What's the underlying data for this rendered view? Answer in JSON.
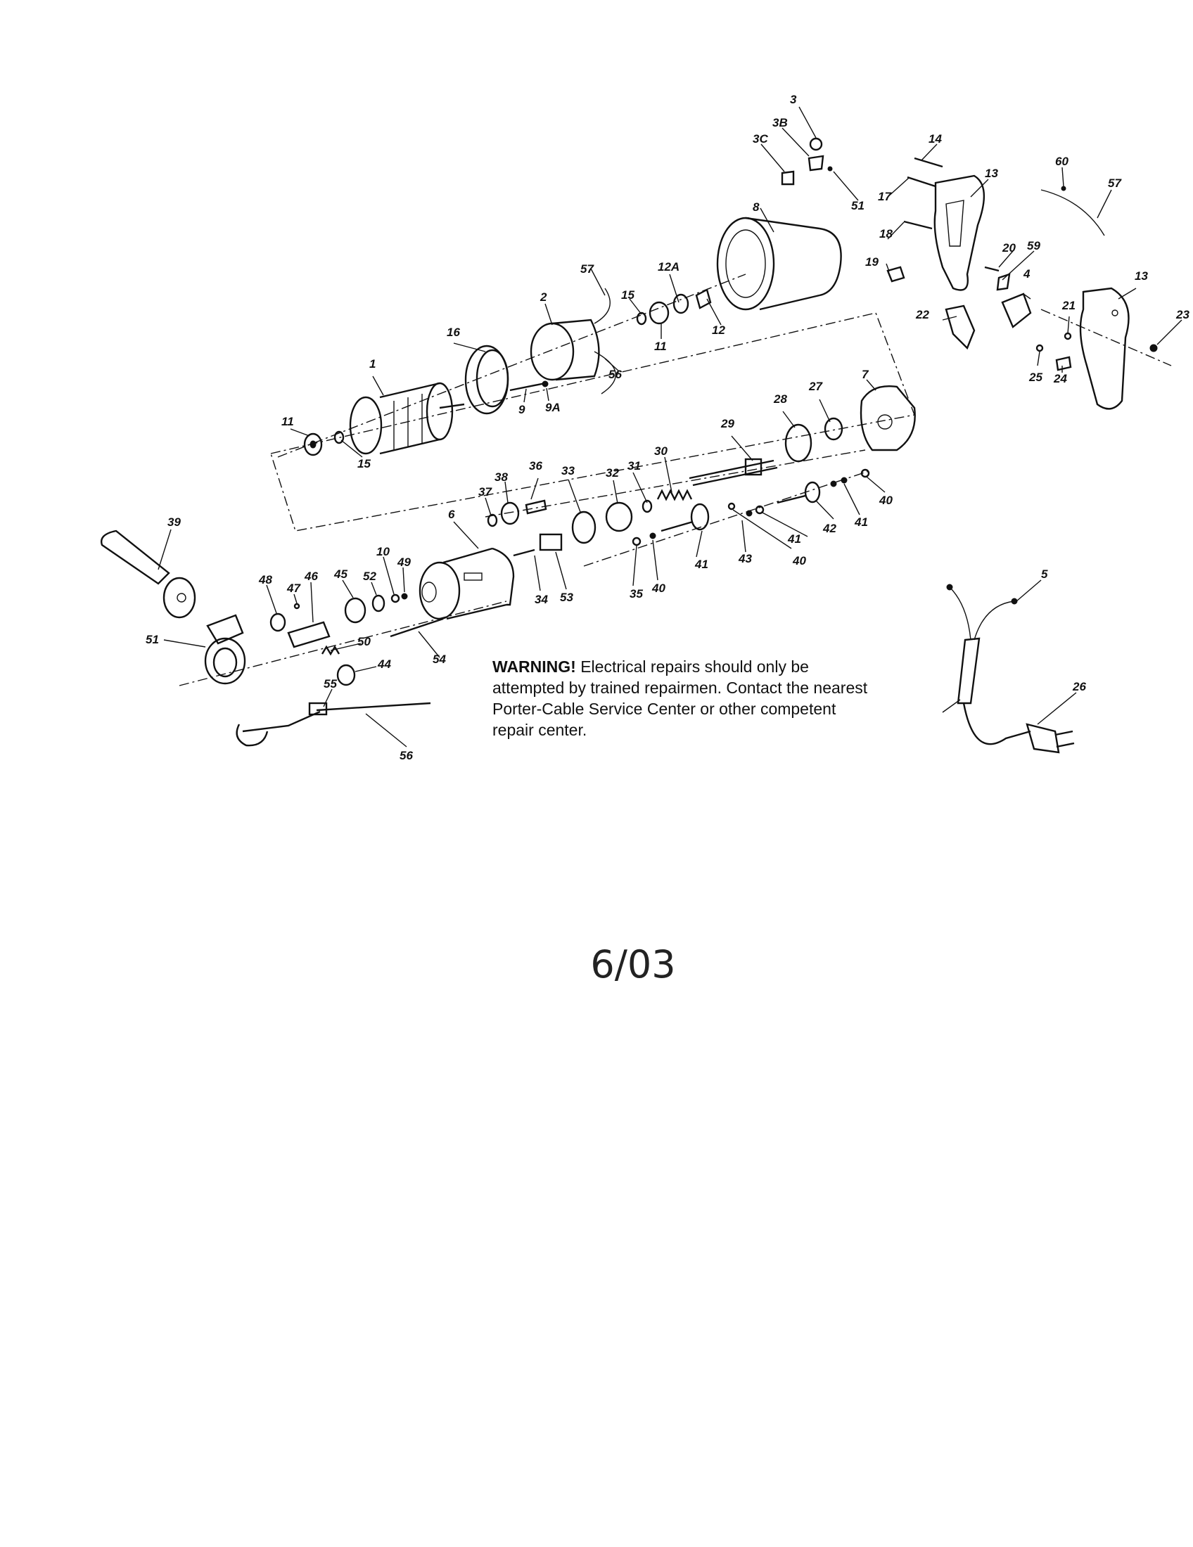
{
  "diagram": {
    "part_labels": [
      "3",
      "3B",
      "3C",
      "14",
      "13",
      "60",
      "57",
      "51",
      "17",
      "8",
      "18",
      "20",
      "59",
      "19",
      "12A",
      "57",
      "2",
      "15",
      "4",
      "13",
      "23",
      "22",
      "21",
      "12",
      "11",
      "16",
      "56",
      "7",
      "25",
      "24",
      "1",
      "9",
      "9A",
      "27",
      "28",
      "11",
      "15",
      "29",
      "30",
      "36",
      "31",
      "38",
      "32",
      "33",
      "37",
      "40",
      "41",
      "42",
      "6",
      "41",
      "40",
      "43",
      "41",
      "40",
      "35",
      "34",
      "53",
      "39",
      "10",
      "49",
      "48",
      "47",
      "46",
      "45",
      "52",
      "51",
      "50",
      "44",
      "54",
      "55",
      "56",
      "5",
      "26"
    ]
  },
  "warning": {
    "label": "WARNING!",
    "text": "Electrical repairs  should only be attempted by trained repairmen. Contact  the nearest Porter-Cable Service Center or other competent repair center."
  },
  "footer": {
    "date": "6/03"
  }
}
